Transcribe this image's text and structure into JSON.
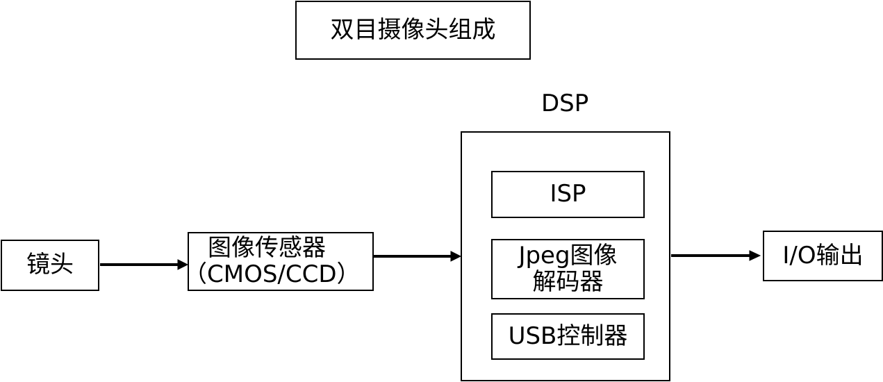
{
  "title": "双目摄像头组成",
  "nodes": {
    "lens": "镜头",
    "sensor": {
      "line1": "图像传感器",
      "line2": "（CMOS/CCD）"
    },
    "dsp": {
      "label": "DSP",
      "isp": "ISP",
      "jpeg": {
        "line1": "Jpeg图像",
        "line2": "解码器"
      },
      "usb": "USB控制器"
    },
    "io": "I/O输出"
  },
  "colors": {
    "stroke": "#000000",
    "background": "#ffffff"
  }
}
